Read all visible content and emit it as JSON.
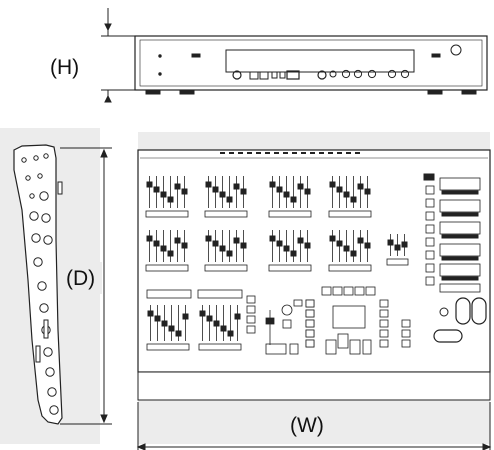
{
  "labels": {
    "height": "(H)",
    "depth": "(D)",
    "width": "(W)"
  },
  "colors": {
    "line": "#222222",
    "shade": "#dcdcdc",
    "panel": "#ffffff"
  }
}
